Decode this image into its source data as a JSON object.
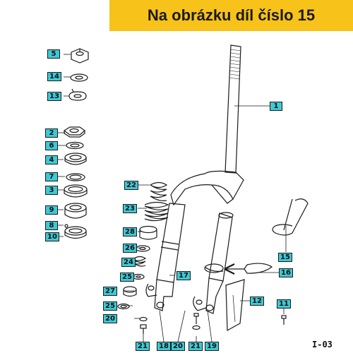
{
  "banner": {
    "text": "Na obrázku díl číslo 15",
    "color": "#f7c21a"
  },
  "callout_color": "#3ec9d6",
  "drawing_code": "I-03",
  "callouts": {
    "c5": "5",
    "c14": "14",
    "c13": "13",
    "c2": "2",
    "c6": "6",
    "c4": "4",
    "c7": "7",
    "c3": "3",
    "c9": "9",
    "c8": "8",
    "c10": "10",
    "c1": "1",
    "c22": "22",
    "c23": "23",
    "c28": "28",
    "c26": "26",
    "c24": "24",
    "c25a": "25",
    "c27": "27",
    "c25b": "25",
    "c20a": "20",
    "c17": "17",
    "c15": "15",
    "c16": "16",
    "c12": "12",
    "c11": "11",
    "c21a": "21",
    "c18": "18",
    "c20b": "20",
    "c21b": "21",
    "c19": "19"
  }
}
